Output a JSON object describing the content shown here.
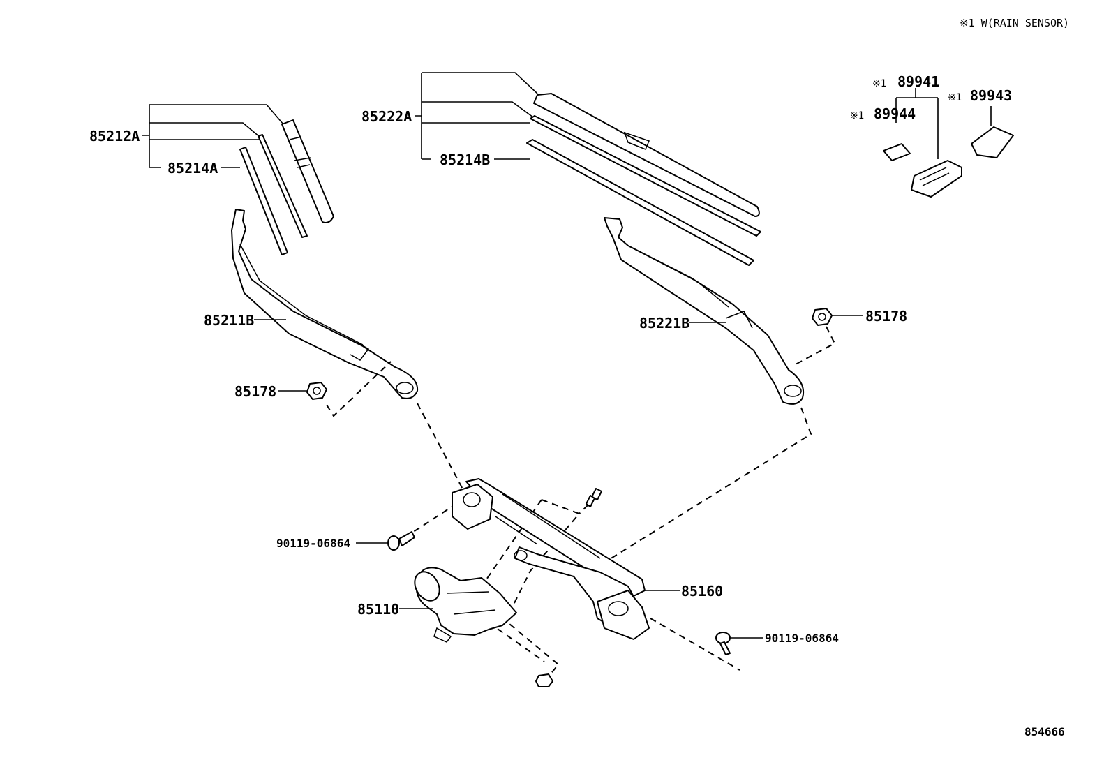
{
  "note": "※1 W(RAIN SENSOR)",
  "illustration_no": "854666",
  "ref_mark": "※1",
  "labels": {
    "blade_lh": "85212A",
    "rubber_lh": "85214A",
    "blade_rh": "85222A",
    "rubber_rh": "85214B",
    "arm_lh": "85211B",
    "arm_rh": "85221B",
    "nut_lh": "85178",
    "nut_rh": "85178",
    "sensor_1": "89941",
    "sensor_2": "89944",
    "sensor_3": "89943",
    "bolt_left": "90119-06864",
    "bolt_right": "90119-06864",
    "motor": "85110",
    "link": "85160"
  }
}
